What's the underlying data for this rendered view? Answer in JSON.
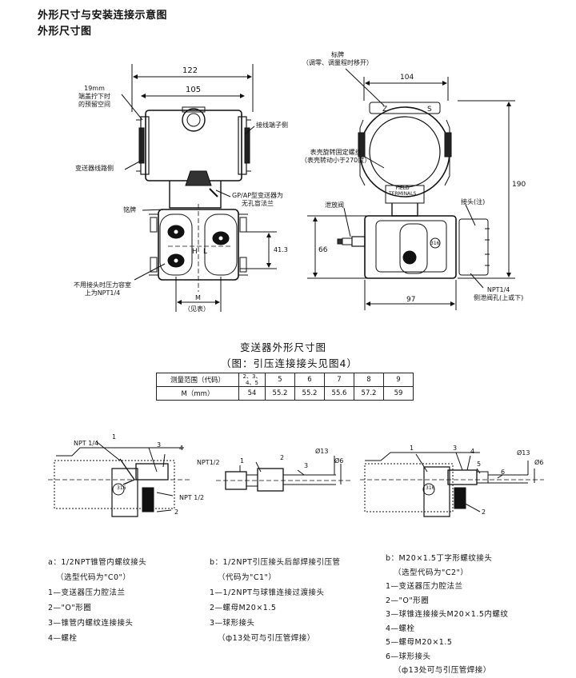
{
  "page": {
    "title": "外形尺寸与安装连接示意图",
    "subtitle": "外形尺寸图"
  },
  "outline": {
    "left_labels": {
      "dim_122": "122",
      "dim_105": "105",
      "cover_space": [
        "19mm",
        "端盖拧下时",
        "的预留空间"
      ],
      "terminal_side": "接线端子侧",
      "circuit_side": "变送器线路侧",
      "gp_ap": [
        "GP/AP型变送器为",
        "无孔盲法兰"
      ],
      "nameplate": "铭牌",
      "dim_41_3": "41.3",
      "port_unused": [
        "不用接头时压力容室",
        "上为NPT1/4"
      ],
      "dim_m": "M",
      "dim_m_note": "（见表）",
      "h_label": "H",
      "l_label": "L"
    },
    "right_labels": {
      "label_plate": [
        "标牌",
        "（调零、调量程时移开）"
      ],
      "dim_104": "104",
      "housing_screw": [
        "表壳旋转固定螺丝",
        "（表壳转动小于270度）"
      ],
      "vent_valve": "泄放阀",
      "fitting": "接头(注)",
      "dim_190": "190",
      "dim_66": "66",
      "dim_97": "97",
      "side_vent": [
        "NPT1/4",
        "侧泄阀孔(上或下)"
      ],
      "field_terminals": [
        "FIELD",
        "TERMINALS"
      ],
      "z_mark": "Z",
      "s_mark": "S",
      "part_316": "316"
    }
  },
  "table": {
    "caption": "变送器外形尺寸图",
    "note": "（图：引压连接接头见图4）",
    "header_label": "测量范围（代码）",
    "codes": [
      "2、3、\n4、5",
      "5",
      "6",
      "7",
      "8",
      "9"
    ],
    "row_label": "M（mm）",
    "values": [
      "54",
      "55.2",
      "55.2",
      "55.6",
      "57.2",
      "59"
    ]
  },
  "connections": {
    "a": {
      "labels": {
        "npt14": "NPT 1/4",
        "npt12": "NPT 1/2",
        "n1": "1",
        "n2": "2",
        "n3": "3",
        "n4": "4",
        "m316": "316"
      },
      "desc": [
        "a：1/2NPT锥管内螺纹接头",
        "（选型代码为\"C0\"）",
        "1—变送器压力腔法兰",
        "2—\"O\"形圈",
        "3—锥管内螺纹连接接头",
        "4—螺栓"
      ]
    },
    "b": {
      "labels": {
        "npt12": "NPT1/2",
        "n1": "1",
        "n2": "2",
        "n3": "3",
        "d13": "Ø13",
        "d6": "Ø6"
      },
      "desc": [
        "b：1/2NPT引压接头后部焊接引压管",
        "（代码为\"C1\"）",
        "1—1/2NPT与球锥连接过渡接头",
        "2—螺母M20×1.5",
        "3—球形接头",
        "（ф13处可与引压管焊接）"
      ]
    },
    "c": {
      "labels": {
        "n1": "1",
        "n2": "2",
        "n3": "3",
        "n4": "4",
        "n5": "5",
        "n6": "6",
        "d13": "Ø13",
        "d6": "Ø6",
        "m316": "316"
      },
      "desc": [
        "b：M20×1.5丁字形螺纹接头",
        "（选型代码为\"C2\"）",
        "1—变送器压力腔法兰",
        "2—\"O\"形圈",
        "3—球锥连接接头M20×1.5内螺纹",
        "4—螺栓",
        "5—螺母M20×1.5",
        "6—球形接头",
        "（ф13处可与引压管焊接）"
      ]
    }
  }
}
